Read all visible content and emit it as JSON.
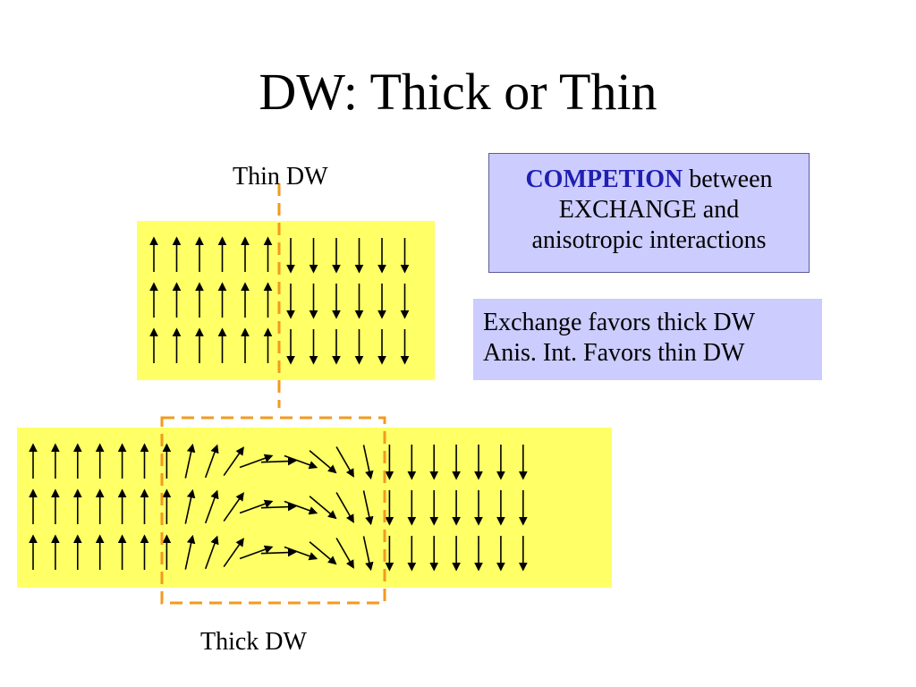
{
  "slide": {
    "title": "DW: Thick or Thin"
  },
  "labels": {
    "thin": "Thin DW",
    "thick": "Thick DW"
  },
  "competition_box": {
    "emphasis": "COMPETION",
    "rest_line1": " between",
    "line2": "EXCHANGE and",
    "line3": "anisotropic interactions"
  },
  "favor_box": {
    "line1": "Exchange favors thick DW",
    "line2": "Anis. Int. Favors thin DW"
  },
  "colors": {
    "panel_fill": "#ffff66",
    "box_fill": "#ccccff",
    "emphasis_text": "#1f1fb0",
    "dash_orange": "#f39a1e",
    "arrow": "#000000"
  },
  "thin_dw": {
    "spin_angles_deg": [
      0,
      0,
      0,
      0,
      0,
      0,
      180,
      180,
      180,
      180,
      180,
      180
    ]
  },
  "thick_dw": {
    "spin_angles_deg": [
      0,
      0,
      0,
      0,
      0,
      0,
      0,
      12,
      20,
      35,
      70,
      88,
      110,
      130,
      150,
      168,
      180,
      180,
      180,
      180,
      180,
      180,
      180
    ]
  }
}
